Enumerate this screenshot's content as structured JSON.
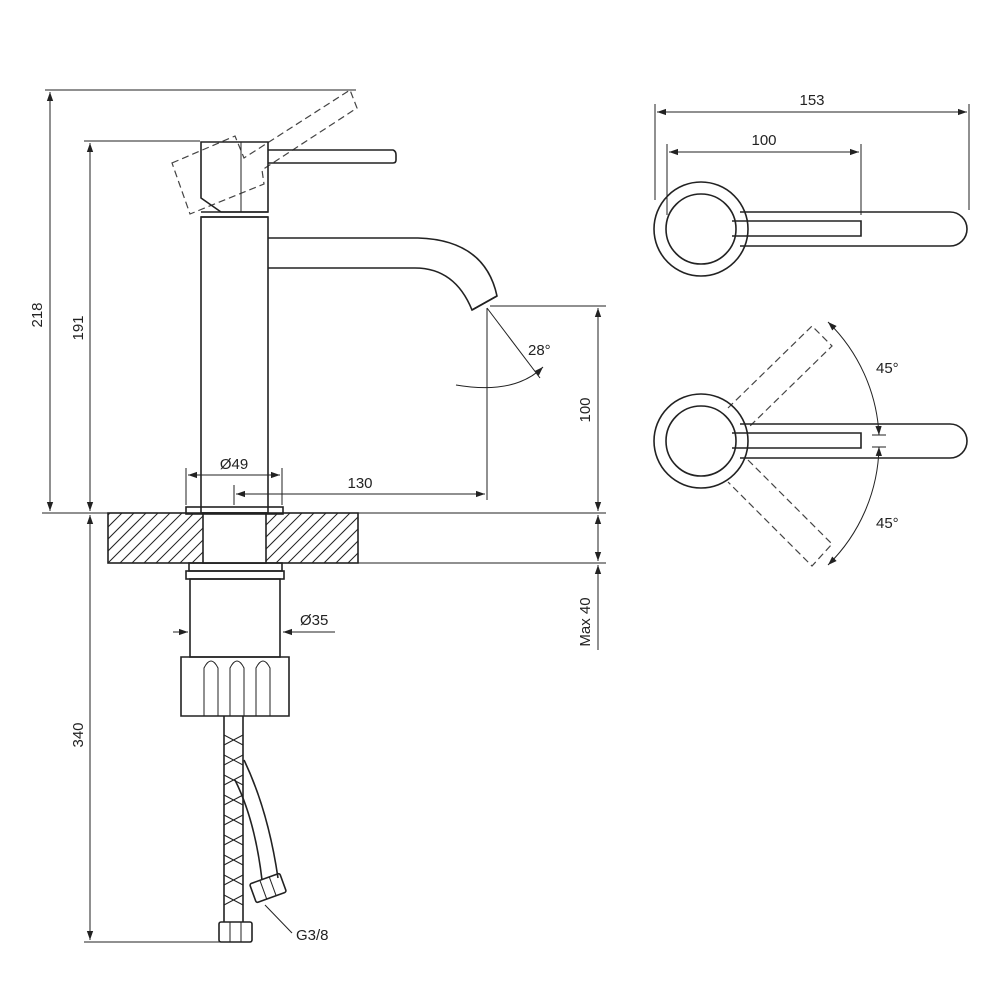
{
  "dimensions": {
    "total_height": "218",
    "body_height": "191",
    "under_counter": "340",
    "body_diameter": "Ø49",
    "reach": "130",
    "spout_clearance": "100",
    "max_counter": "Max 40",
    "shank_diameter": "Ø35",
    "thread": "G3/8",
    "handle_angle": "28°",
    "top_width": "153",
    "top_lever_reach": "100",
    "rotation_up": "45°",
    "rotation_down": "45°"
  }
}
